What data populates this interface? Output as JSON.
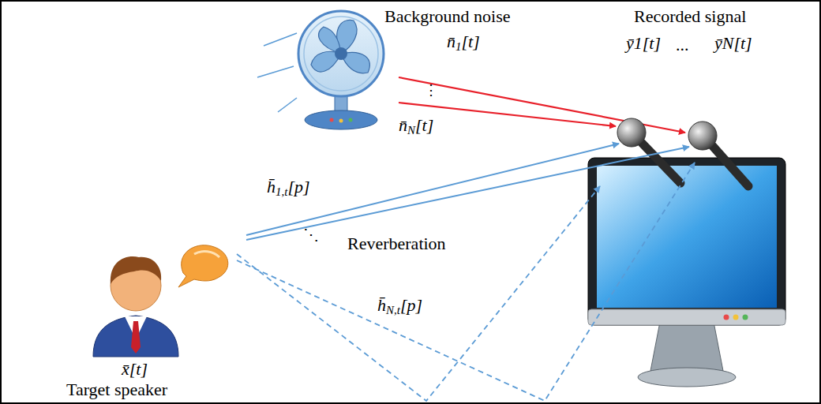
{
  "diagram": {
    "labels": [
      "Background noise",
      "n̄1[t]",
      "⋮",
      "n̄N[t]",
      "Recorded signal",
      "ȳ1[t]",
      "...",
      "ȳN[t]",
      "h̄1,t[p]",
      "⋱",
      "Reverberation",
      "h̄N,t[p]",
      "x̄[t]",
      "Target speaker"
    ]
  }
}
